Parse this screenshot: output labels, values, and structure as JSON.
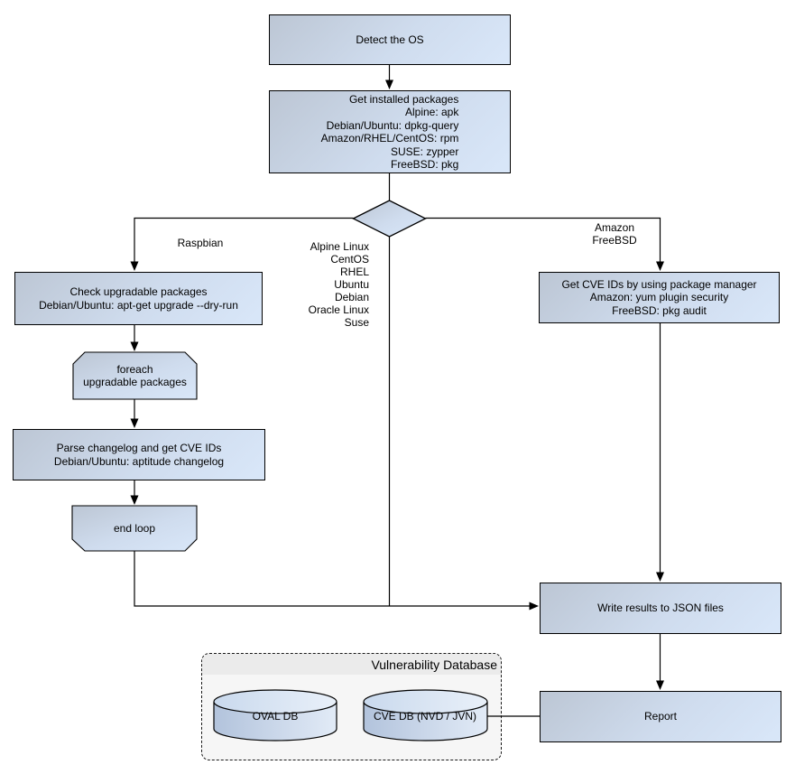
{
  "nodes": {
    "detect_os": "Detect the OS",
    "get_installed": "Get installed packages\nAlpine: apk\nDebian/Ubuntu: dpkg-query\nAmazon/RHEL/CentOS: rpm\nSUSE: zypper\nFreeBSD: pkg",
    "check_upgradable": "Check upgradable packages\nDebian/Ubuntu: apt-get upgrade --dry-run",
    "foreach_loop": "foreach\nupgradable  packages",
    "parse_changelog": "Parse changelog and get  CVE IDs\nDebian/Ubuntu: aptitude changelog",
    "end_loop": "end loop",
    "get_cve_ids": "Get CVE IDs by using package manager\nAmazon: yum plugin security\nFreeBSD: pkg audit",
    "write_results": "Write results to JSON files",
    "report": "Report"
  },
  "edge_labels": {
    "raspbian": "Raspbian",
    "amazon_freebsd": "Amazon\nFreeBSD",
    "os_list": "Alpine Linux\nCentOS\nRHEL\nUbuntu\nDebian\nOracle Linux\nSuse"
  },
  "database": {
    "title": "Vulnerability Database",
    "oval_db": "OVAL DB",
    "cve_db": "CVE DB (NVD / JVN)"
  },
  "colors": {
    "node_gradient_start": "#bcc6d4",
    "node_gradient_end": "#d9e7f9",
    "cylinder_gradient_start": "#b2c3dc",
    "cylinder_gradient_end": "#e2ebf7",
    "group_body": "#f6f6f6",
    "group_header": "#ebebeb",
    "line": "#000000"
  }
}
